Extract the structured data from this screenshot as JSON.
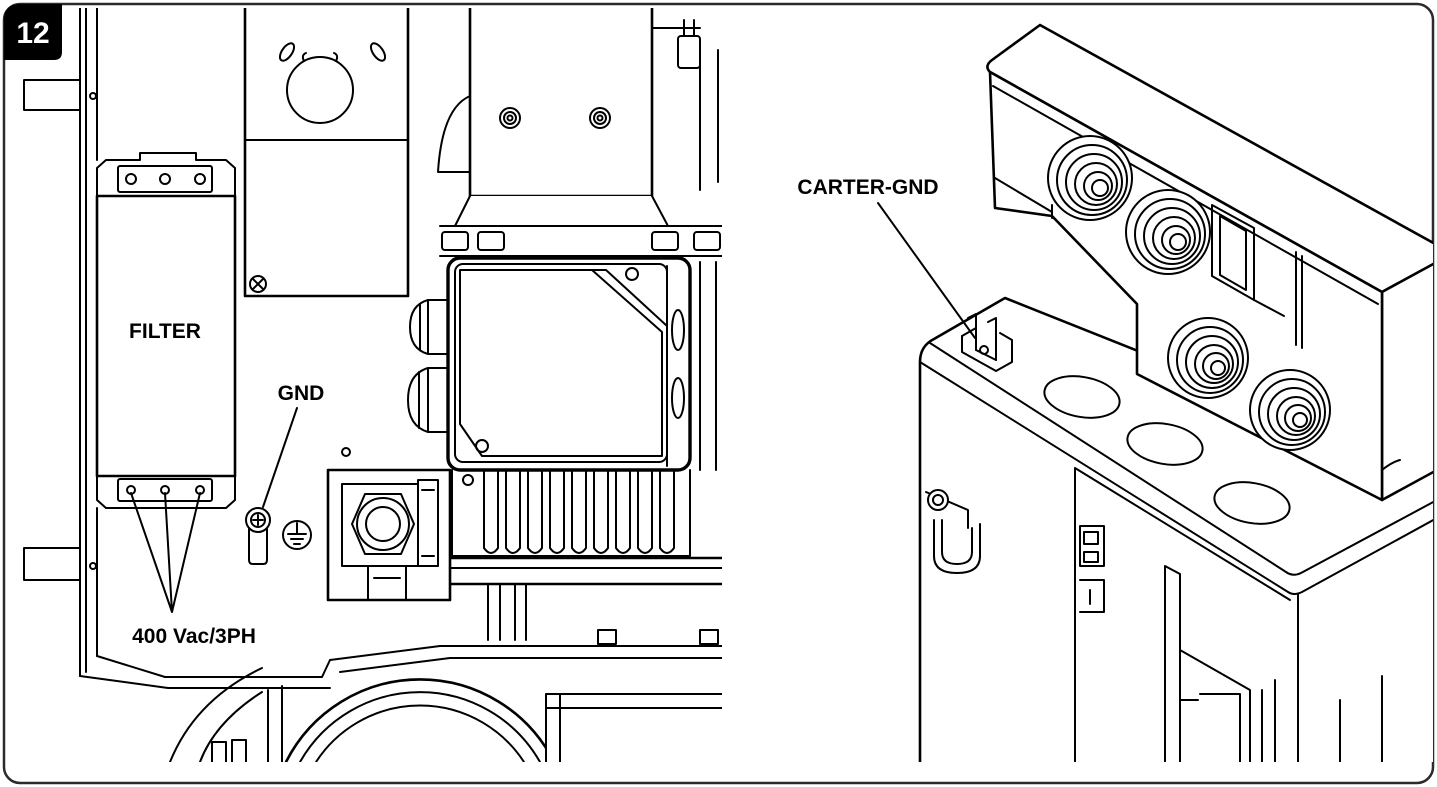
{
  "figure": {
    "number": "12"
  },
  "labels": {
    "filter": "FILTER",
    "gnd": "GND",
    "supply": "400 Vac/3PH",
    "carter_gnd": "CARTER-GND"
  },
  "icons": {
    "ground": "ground-symbol-icon",
    "screw": "screw-icon"
  },
  "colors": {
    "line": "#000000",
    "frame": "#2b2b2b",
    "badge_bg": "#000000",
    "badge_text": "#ffffff"
  }
}
